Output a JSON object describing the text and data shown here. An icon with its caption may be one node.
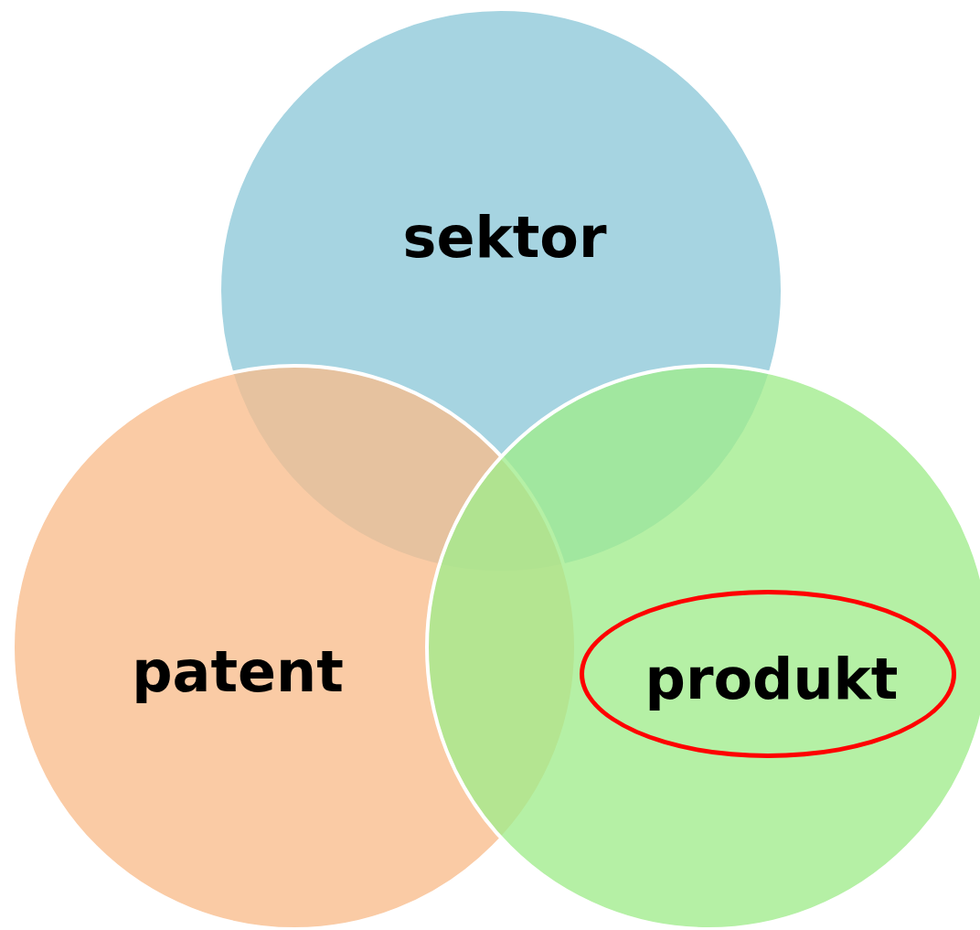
{
  "diagram": {
    "nodes": [
      {
        "text": [
          "sektor"
        ]
      },
      {
        "text": [
          "patent"
        ]
      },
      {
        "text": [],
        "shape": "circle"
      },
      {
        "text": [
          "produkt"
        ],
        "in": 2
      }
    ]
  }
}
